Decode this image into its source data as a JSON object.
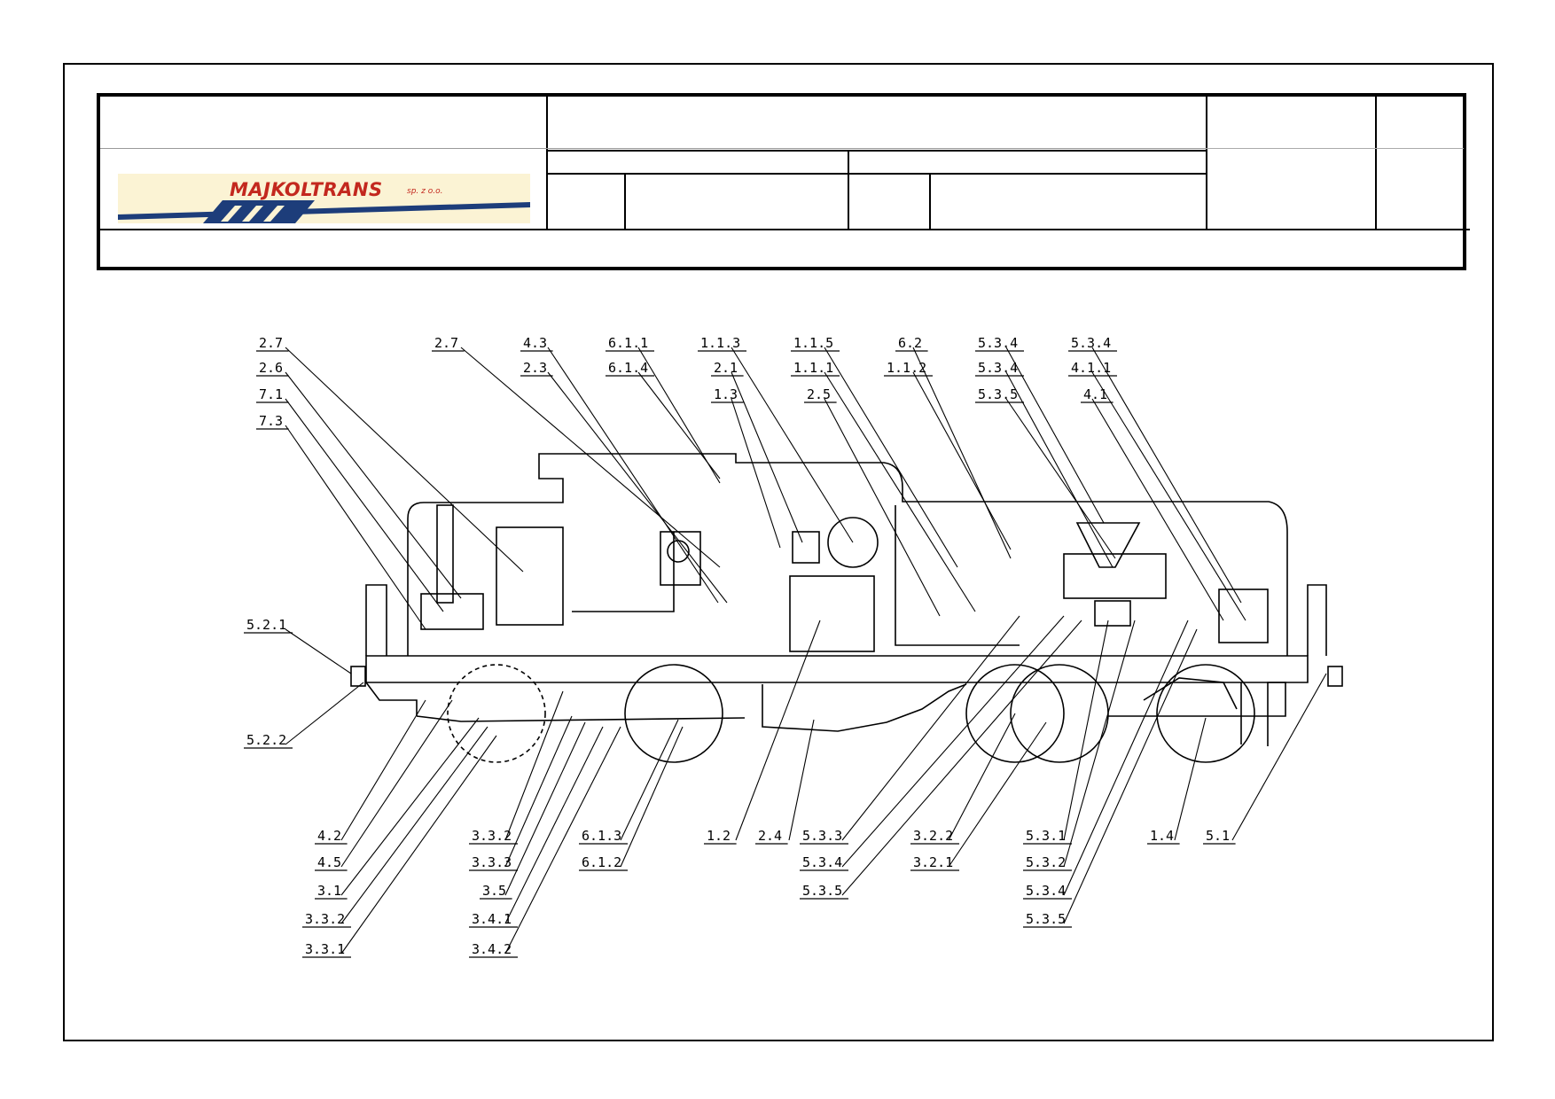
{
  "title_block": {
    "logo": {
      "name": "MAJKOLTRANS",
      "suffix": "sp. z o.o."
    }
  },
  "diagram": {
    "subject": "locomotive-side-view",
    "callouts": [
      "2.7",
      "2.6",
      "7.1",
      "7.3",
      "2.7",
      "4.3",
      "2.3",
      "6.1.1",
      "6.1.4",
      "1.1.3",
      "2.1",
      "1.3",
      "1.1.5",
      "1.1.1",
      "2.5",
      "6.2",
      "1.1.2",
      "5.3.4",
      "5.3.4",
      "5.3.5",
      "5.3.4",
      "4.1.1",
      "4.1",
      "5.2.1",
      "5.2.2",
      "4.2",
      "4.5",
      "3.1",
      "3.3.2",
      "3.3.1",
      "3.3.2",
      "3.3.3",
      "3.5",
      "3.4.1",
      "3.4.2",
      "6.1.3",
      "6.1.2",
      "1.2",
      "2.4",
      "5.3.3",
      "5.3.4",
      "5.3.5",
      "3.2.2",
      "3.2.1",
      "5.3.1",
      "5.3.2",
      "5.3.4",
      "5.3.5",
      "1.4",
      "5.1"
    ]
  }
}
